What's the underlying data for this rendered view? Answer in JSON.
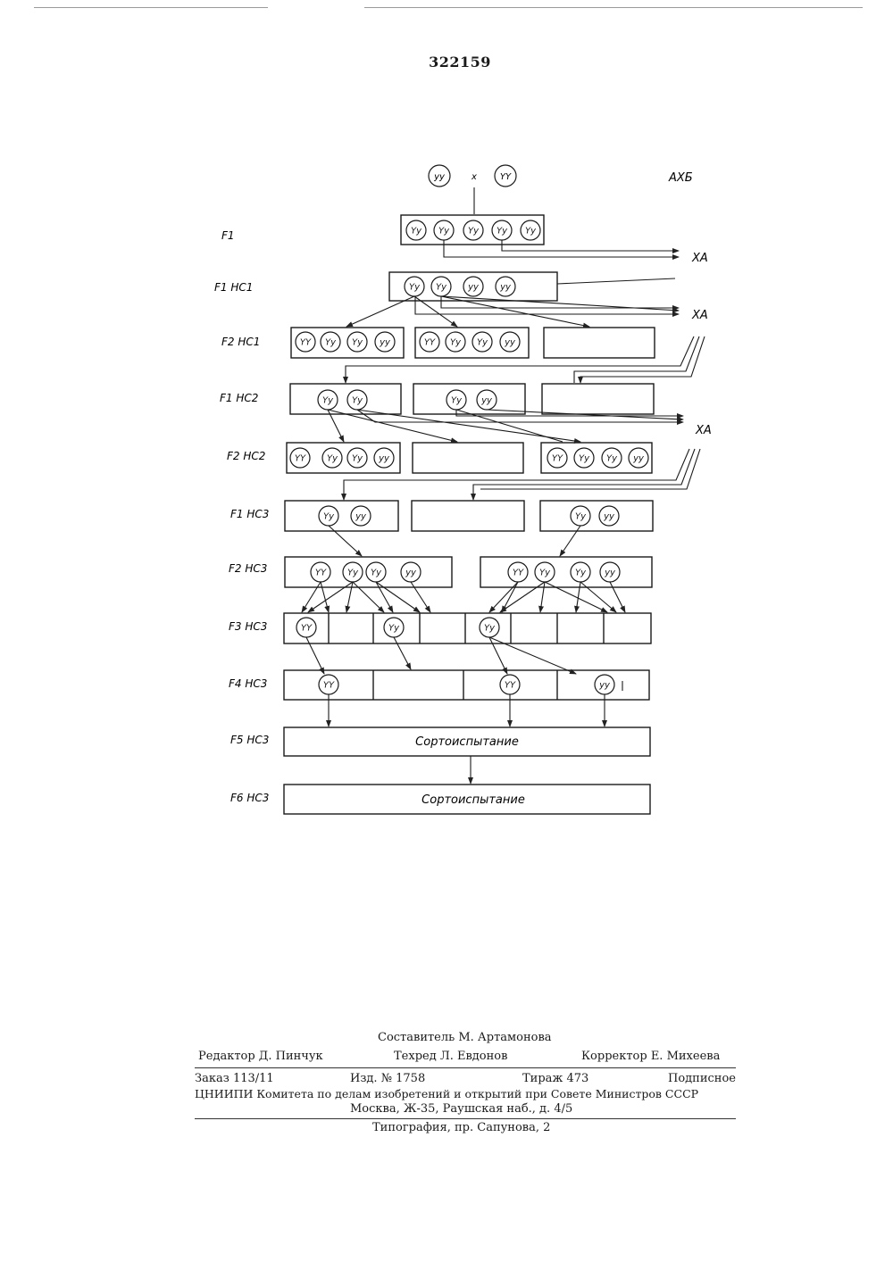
{
  "document": {
    "number": "322159"
  },
  "diagram": {
    "cross": {
      "parent_left": "yy",
      "sign": "x",
      "parent_right": "YY"
    },
    "cross_label": "АХБ",
    "backcross_label": "ХА",
    "row_labels": {
      "r1": "F1",
      "r2": "F1 HC1",
      "r3": "F2 HC1",
      "r4": "F1 HC2",
      "r5": "F2 HC2",
      "r6": "F1 HC3",
      "r7": "F2 HC3",
      "r8": "F3 HC3",
      "r9": "F4 HC3",
      "r10": "F5 HC3",
      "r11": "F6 HC3"
    },
    "plants": {
      "r1": [
        "Yy",
        "Yy",
        "Yy",
        "Yy",
        "Yy"
      ],
      "r2": [
        "Yy",
        "Yy",
        "yy",
        "yy"
      ],
      "r3a": [
        "YY",
        "Yy",
        "Yy",
        "yy"
      ],
      "r3b": [
        "YY",
        "Yy",
        "Yy",
        "yy"
      ],
      "r4a": [
        "Yy",
        "Yy"
      ],
      "r4b": [
        "Yy",
        "yy"
      ],
      "r5a": [
        "YY",
        "Yy",
        "Yy",
        "yy"
      ],
      "r5b": [
        "YY",
        "Yy",
        "Yy",
        "yy"
      ],
      "r6a": [
        "Yy",
        "yy"
      ],
      "r6b": [
        "Yy",
        "yy"
      ],
      "r7a": [
        "YY",
        "Yy",
        "Yy",
        "yy"
      ],
      "r7b": [
        "YY",
        "Yy",
        "Yy",
        "yy"
      ],
      "r8": [
        "YY",
        "Yy",
        "Yy"
      ],
      "r9": [
        "YY",
        "YY",
        "yy"
      ]
    },
    "variety_trial": "Сортоиспытание"
  },
  "imprint": {
    "compiler": "Составитель М. Артамонова",
    "editor": "Редактор Д. Пинчук",
    "tech_editor": "Техред Л. Евдонов",
    "proofreader": "Корректор Е. Михеева",
    "order": "Заказ 113/11",
    "edition": "Изд. № 1758",
    "print_run": "Тираж 473",
    "subscription": "Подписное",
    "org_line": "ЦНИИПИ Комитета по делам изобретений и открытий при Совете Министров СССР",
    "address": "Москва, Ж-35, Раушская наб., д. 4/5",
    "printer": "Типография, пр. Сапунова, 2"
  }
}
